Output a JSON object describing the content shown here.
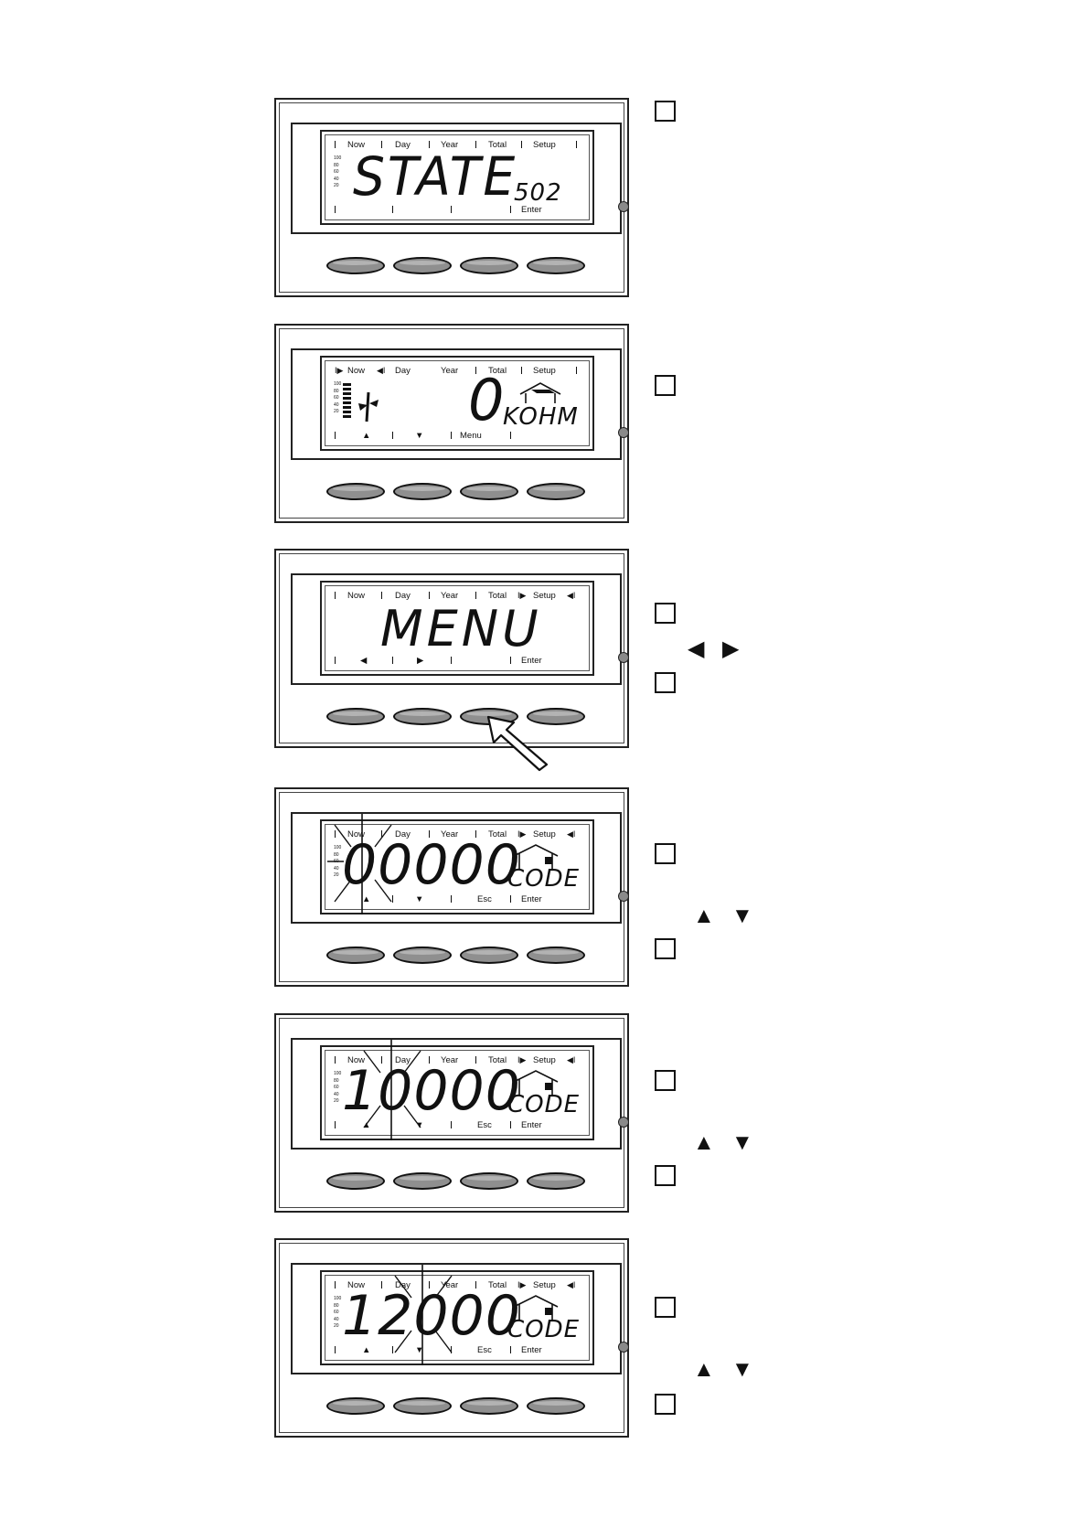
{
  "panels": [
    {
      "id": "state",
      "top_labels": [
        "Now",
        "Day",
        "Year",
        "Total",
        "Setup"
      ],
      "bottom_labels": [
        "",
        "",
        "",
        "",
        "Enter"
      ],
      "main_text": "STATE",
      "sub_text": "502",
      "scale": [
        "100",
        "80",
        "60",
        "40",
        "20"
      ]
    },
    {
      "id": "resistance",
      "top_labels": [
        "Now",
        "Day",
        "Year",
        "Total",
        "Setup"
      ],
      "bottom_labels": [
        "▲",
        "▼",
        "Menu",
        "",
        ""
      ],
      "main_text": "0",
      "sub_text": "KOHM",
      "scale": [
        "100",
        "80",
        "60",
        "40",
        "20"
      ]
    },
    {
      "id": "menu",
      "top_labels": [
        "Now",
        "Day",
        "Year",
        "Total",
        "Setup"
      ],
      "bottom_labels": [
        "◀",
        "▶",
        "",
        "",
        "Enter"
      ],
      "main_text": "MENU",
      "sub_text": ""
    },
    {
      "id": "code1",
      "top_labels": [
        "Now",
        "Day",
        "Year",
        "Total",
        "Setup"
      ],
      "bottom_labels": [
        "▲",
        "▼",
        "Esc",
        "Enter"
      ],
      "main_text": "00000",
      "sub_text": "CODE",
      "scale": [
        "100",
        "80",
        "60",
        "40",
        "20"
      ]
    },
    {
      "id": "code2",
      "top_labels": [
        "Now",
        "Day",
        "Year",
        "Total",
        "Setup"
      ],
      "bottom_labels": [
        "▲",
        "▼",
        "Esc",
        "Enter"
      ],
      "main_text": "10000",
      "sub_text": "CODE",
      "scale": [
        "100",
        "80",
        "60",
        "40",
        "20"
      ]
    },
    {
      "id": "code3",
      "top_labels": [
        "Now",
        "Day",
        "Year",
        "Total",
        "Setup"
      ],
      "bottom_labels": [
        "▲",
        "▼",
        "Esc",
        "Enter"
      ],
      "main_text": "12000",
      "sub_text": "CODE",
      "scale": [
        "100",
        "80",
        "60",
        "40",
        "20"
      ]
    }
  ],
  "symbols": {
    "left_right": [
      "◀",
      "▶"
    ],
    "up_down": [
      "▲",
      "▼"
    ]
  },
  "icons": [
    "checkbox-icon",
    "house-icon",
    "pointer-hand-icon",
    "led-icon"
  ]
}
